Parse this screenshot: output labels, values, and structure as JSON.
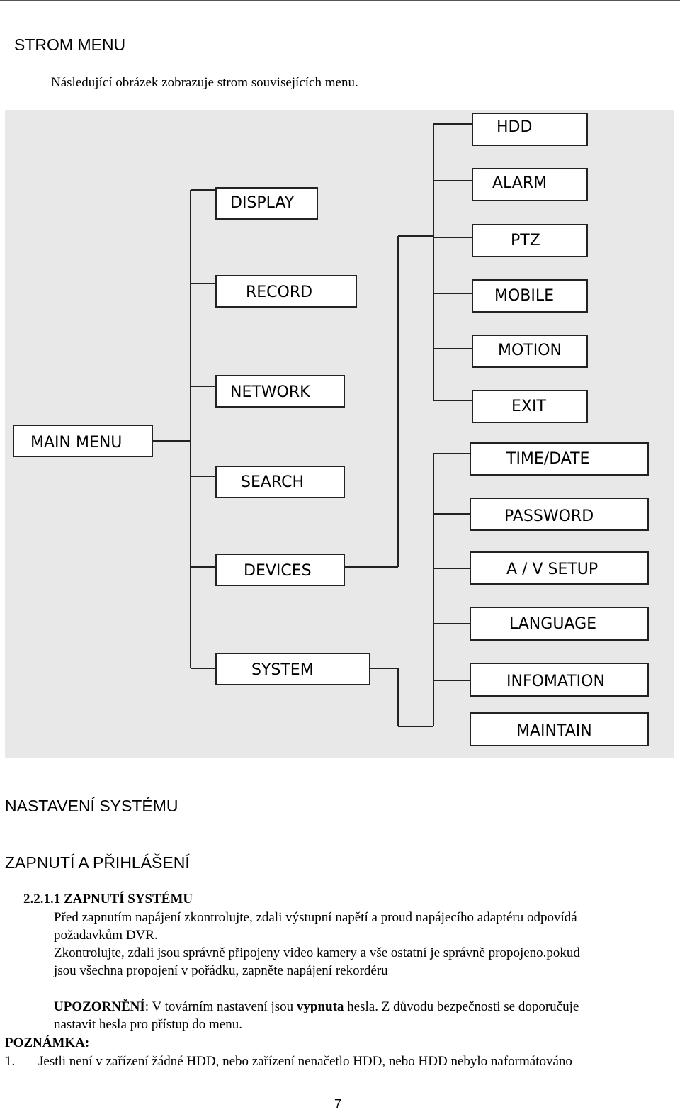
{
  "section_title": "STROM MENU",
  "intro": "Následující obrázek zobrazuje strom souvisejících menu.",
  "tree": {
    "root": "MAIN MENU",
    "level1": [
      "DISPLAY",
      "RECORD",
      "NETWORK",
      "SEARCH",
      "DEVICES",
      "SYSTEM"
    ],
    "devices_children": [
      "HDD",
      "ALARM",
      "PTZ",
      "MOBILE",
      "MOTION",
      "EXIT"
    ],
    "system_children": [
      "TIME/DATE",
      "PASSWORD",
      "A / V SETUP",
      "LANGUAGE",
      "INFOMATION",
      "MAINTAIN"
    ]
  },
  "heading_system": "NASTAVENÍ SYSTÉMU",
  "heading_login": "ZAPNUTÍ A PŘIHLÁŠENÍ",
  "subsection_title": "2.2.1.1  ZAPNUTÍ SYSTÉMU",
  "para1_line1": "Před zapnutím napájení zkontrolujte, zdali výstupní napětí a proud napájecího adaptéru odpovídá",
  "para1_line2": "požadavkům DVR.",
  "para2_line1": "Zkontrolujte, zdali jsou správně připojeny video kamery a vše ostatní je správně propojeno.pokud",
  "para2_line2": "jsou všechna propojení v pořádku, zapněte napájení rekordéru",
  "warning_label": "UPOZORNĚNÍ",
  "warning_text_a": ": V továrním nastavení jsou ",
  "warning_bold": "vypnuta",
  "warning_text_b": " hesla. Z důvodu bezpečnosti se doporučuje",
  "warning_line2": "nastavit hesla pro přístup do menu.",
  "note_label": "POZNÁMKA:",
  "note_item_number": "1.",
  "note_item_text": "Jestli není v zařízení žádné HDD, nebo zařízení nenačetlo HDD, nebo HDD nebylo naformátováno",
  "page_number": "7"
}
